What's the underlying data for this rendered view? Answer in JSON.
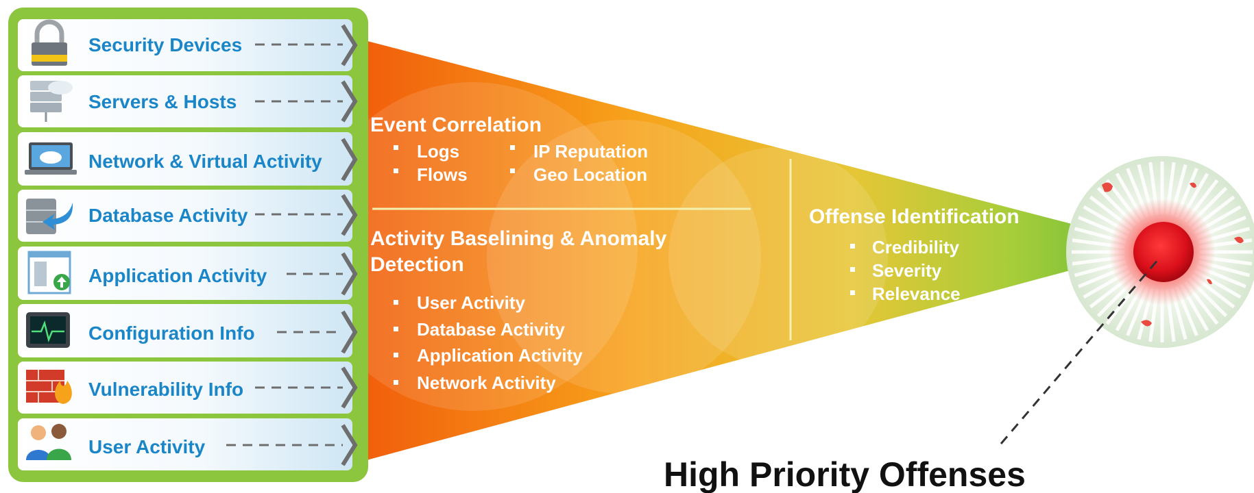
{
  "sources": [
    {
      "label": "Security Devices",
      "icon": "padlock-icon"
    },
    {
      "label": "Servers & Hosts",
      "icon": "server-stack-icon"
    },
    {
      "label": "Network & Virtual Activity",
      "icon": "cloud-laptop-icon"
    },
    {
      "label": "Database Activity",
      "icon": "database-arrow-icon"
    },
    {
      "label": "Application Activity",
      "icon": "application-window-icon"
    },
    {
      "label": "Configuration Info",
      "icon": "monitor-pulse-icon"
    },
    {
      "label": "Vulnerability Info",
      "icon": "firewall-icon"
    },
    {
      "label": "User Activity",
      "icon": "users-icon"
    }
  ],
  "event_correlation": {
    "title": "Event Correlation",
    "items_left": [
      "Logs",
      "Flows"
    ],
    "items_right": [
      "IP Reputation",
      "Geo Location"
    ]
  },
  "baselining": {
    "title_line1": "Activity Baselining & Anomaly",
    "title_line2": "Detection",
    "items": [
      "User Activity",
      "Database Activity",
      "Application Activity",
      "Network Activity"
    ]
  },
  "offense_identification": {
    "title": "Offense Identification",
    "items": [
      "Credibility",
      "Severity",
      "Relevance"
    ]
  },
  "output_label": "High Priority Offenses",
  "colors": {
    "panel_border": "#8cc63f",
    "label_blue": "#1a86c8",
    "funnel_start": "#f15a0a",
    "funnel_mid": "#f7a21b",
    "funnel_end": "#5fb93a",
    "target_red": "#d90f1a"
  }
}
